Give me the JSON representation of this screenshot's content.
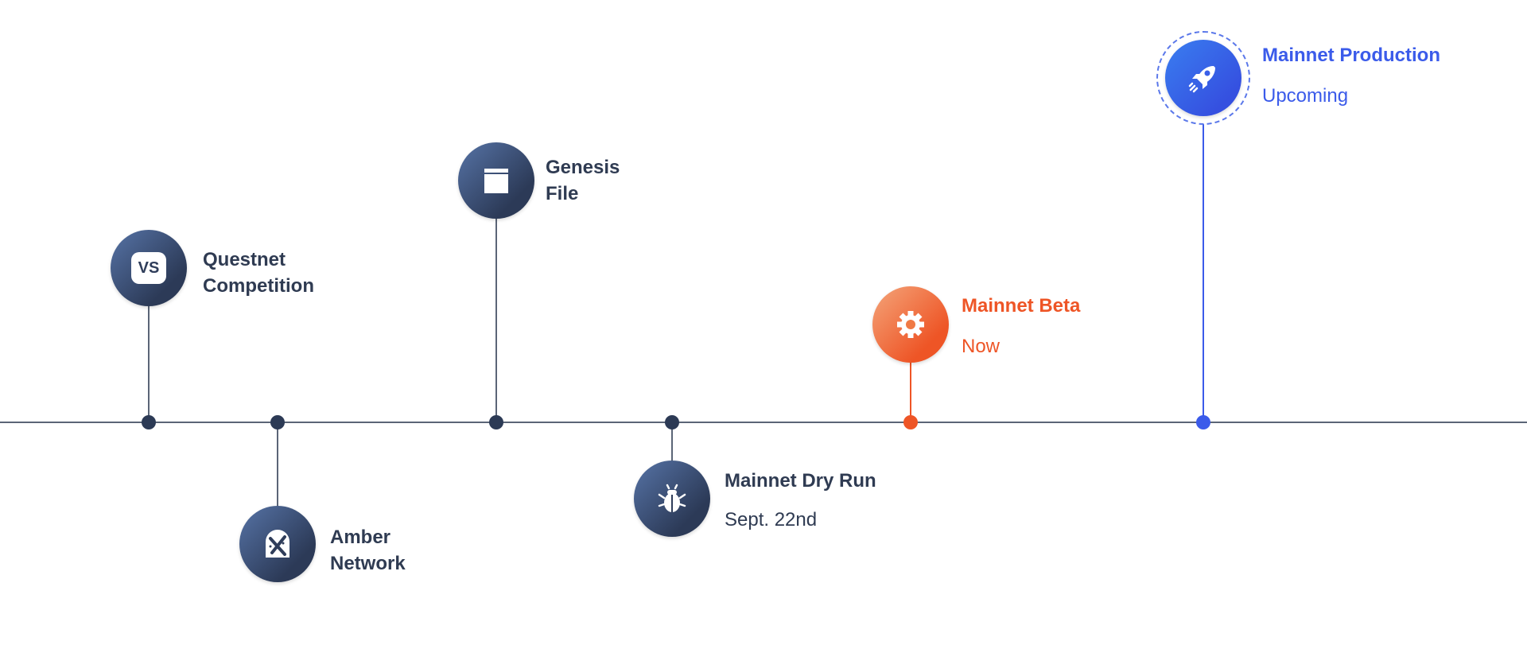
{
  "milestones": [
    {
      "title_line1": "Questnet",
      "title_line2": "Competition",
      "icon": "vs-icon",
      "status": "past"
    },
    {
      "title_line1": "Amber",
      "title_line2": "Network",
      "icon": "tools-icon",
      "status": "past"
    },
    {
      "title_line1": "Genesis",
      "title_line2": "File",
      "icon": "folder-icon",
      "status": "past"
    },
    {
      "title": "Mainnet Dry Run",
      "subtitle": "Sept. 22nd",
      "icon": "bug-icon",
      "status": "past"
    },
    {
      "title": "Mainnet Beta",
      "subtitle": "Now",
      "icon": "gear-icon",
      "status": "current"
    },
    {
      "title": "Mainnet Production",
      "subtitle": "Upcoming",
      "icon": "rocket-icon",
      "status": "upcoming"
    }
  ],
  "vs_text": "VS",
  "colors": {
    "past": "#2c3a55",
    "current": "#ee5526",
    "upcoming": "#3b5bea",
    "line": "#5b6577"
  }
}
